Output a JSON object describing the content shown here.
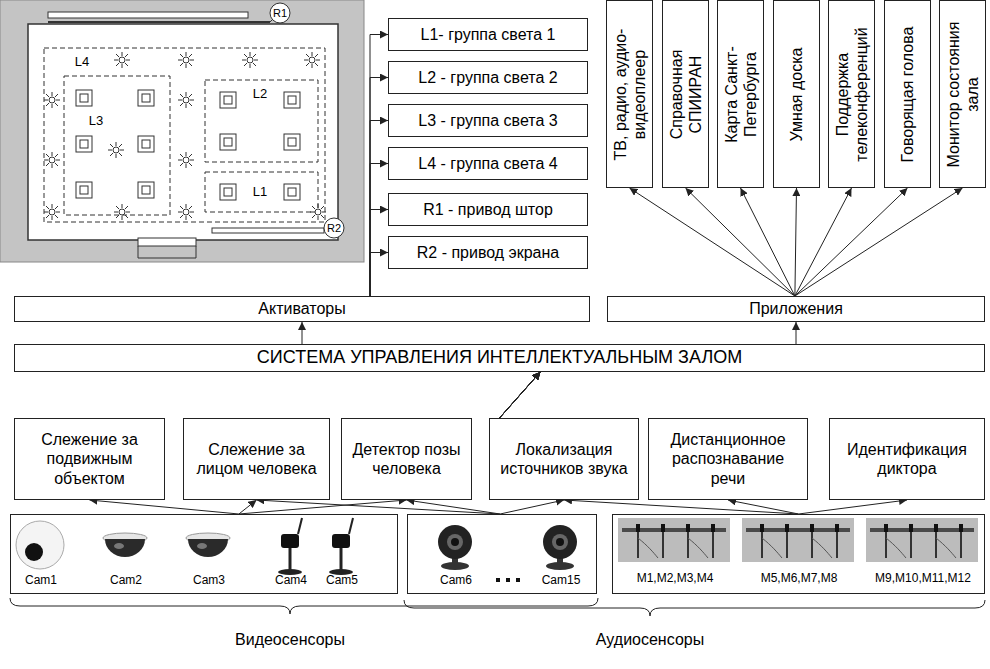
{
  "diagram": {
    "nodes": [
      {
        "text": [
          "L1- группа света 1"
        ]
      },
      {
        "text": [
          "L2 - группа света 2"
        ]
      },
      {
        "text": [
          "L3 - группа света 3"
        ]
      },
      {
        "text": [
          "L4 - группа света 4"
        ]
      },
      {
        "text": [
          "R1 - привод штор"
        ]
      },
      {
        "text": [
          "R2 - привод экрана"
        ]
      },
      {
        "text": [
          "ТВ, радио, аудио- видеоплеер"
        ]
      },
      {
        "text": [
          "Справочная СПИИРАН"
        ]
      },
      {
        "text": [
          "Карта Санкт- Петербурга"
        ]
      },
      {
        "text": [
          "Умная доска"
        ]
      },
      {
        "text": [
          "Поддержка телеконференций"
        ]
      },
      {
        "text": [
          "Говорящая голова"
        ]
      },
      {
        "text": [
          "Монитор состояния зала"
        ]
      },
      {
        "text": [
          "Активаторы"
        ]
      },
      {
        "text": [
          "Приложения"
        ]
      },
      {
        "text": [
          "СИСТЕМА УПРАВЛЕНИЯ ИНТЕЛЛЕКТУАЛЬНЫМ ЗАЛОМ"
        ]
      },
      {
        "text": [
          "Слежение за подвижным объектом"
        ]
      },
      {
        "text": [
          "Слежение за лицом человека"
        ]
      },
      {
        "text": [
          "Детектор позы человека"
        ]
      },
      {
        "text": [
          "Локализация источников звука"
        ]
      },
      {
        "text": [
          "Дистанционное распознавание речи"
        ]
      },
      {
        "text": [
          "Идентификация диктора"
        ]
      },
      {
        "text": [
          "Cam1",
          "Cam2",
          "Cam3",
          "Cam4",
          "Cam5"
        ]
      },
      {
        "text": [
          "Cam6",
          "Cam15"
        ]
      },
      {
        "text": [
          "M1,M2,M3,M4",
          "M5,M6,M7,M8",
          "M9,M10,M11,M12"
        ]
      }
    ],
    "edges": [
      {
        "from": 13,
        "to": 0,
        "arrow": "to"
      },
      {
        "from": 13,
        "to": 1,
        "arrow": "to"
      },
      {
        "from": 13,
        "to": 2,
        "arrow": "to"
      },
      {
        "from": 13,
        "to": 3,
        "arrow": "to"
      },
      {
        "from": 13,
        "to": 4,
        "arrow": "to"
      },
      {
        "from": 13,
        "to": 5,
        "arrow": "to"
      },
      {
        "from": 14,
        "to": 6,
        "arrow": "to"
      },
      {
        "from": 14,
        "to": 7,
        "arrow": "to"
      },
      {
        "from": 14,
        "to": 8,
        "arrow": "to"
      },
      {
        "from": 14,
        "to": 9,
        "arrow": "to"
      },
      {
        "from": 14,
        "to": 10,
        "arrow": "to"
      },
      {
        "from": 14,
        "to": 11,
        "arrow": "to"
      },
      {
        "from": 14,
        "to": 12,
        "arrow": "to"
      },
      {
        "from": 15,
        "to": 13,
        "arrow": "to"
      },
      {
        "from": 15,
        "to": 14,
        "arrow": "to"
      },
      {
        "from": 16,
        "to": 15,
        "arrow": "to"
      },
      {
        "from": 17,
        "to": 15,
        "arrow": "to"
      },
      {
        "from": 18,
        "to": 15,
        "arrow": "to"
      },
      {
        "from": 19,
        "to": 15,
        "arrow": "to"
      },
      {
        "from": 20,
        "to": 15,
        "arrow": "to"
      },
      {
        "from": 21,
        "to": 15,
        "arrow": "to"
      },
      {
        "from": 22,
        "to": 16,
        "arrow": "to"
      },
      {
        "from": 22,
        "to": 17,
        "arrow": "to"
      },
      {
        "from": 22,
        "to": 18,
        "arrow": "to"
      },
      {
        "from": 23,
        "to": 17,
        "arrow": "to"
      },
      {
        "from": 23,
        "to": 18,
        "arrow": "to"
      },
      {
        "from": 23,
        "to": 19,
        "arrow": "to"
      },
      {
        "from": 24,
        "to": 19,
        "arrow": "to"
      },
      {
        "from": 24,
        "to": 20,
        "arrow": "to"
      },
      {
        "from": 24,
        "to": 21,
        "arrow": "to"
      }
    ],
    "labels": [
      "L4",
      "L3",
      "L2",
      "L1",
      "R1",
      "R2",
      "Видеосенсоры",
      "Аудиосенсоры"
    ]
  }
}
